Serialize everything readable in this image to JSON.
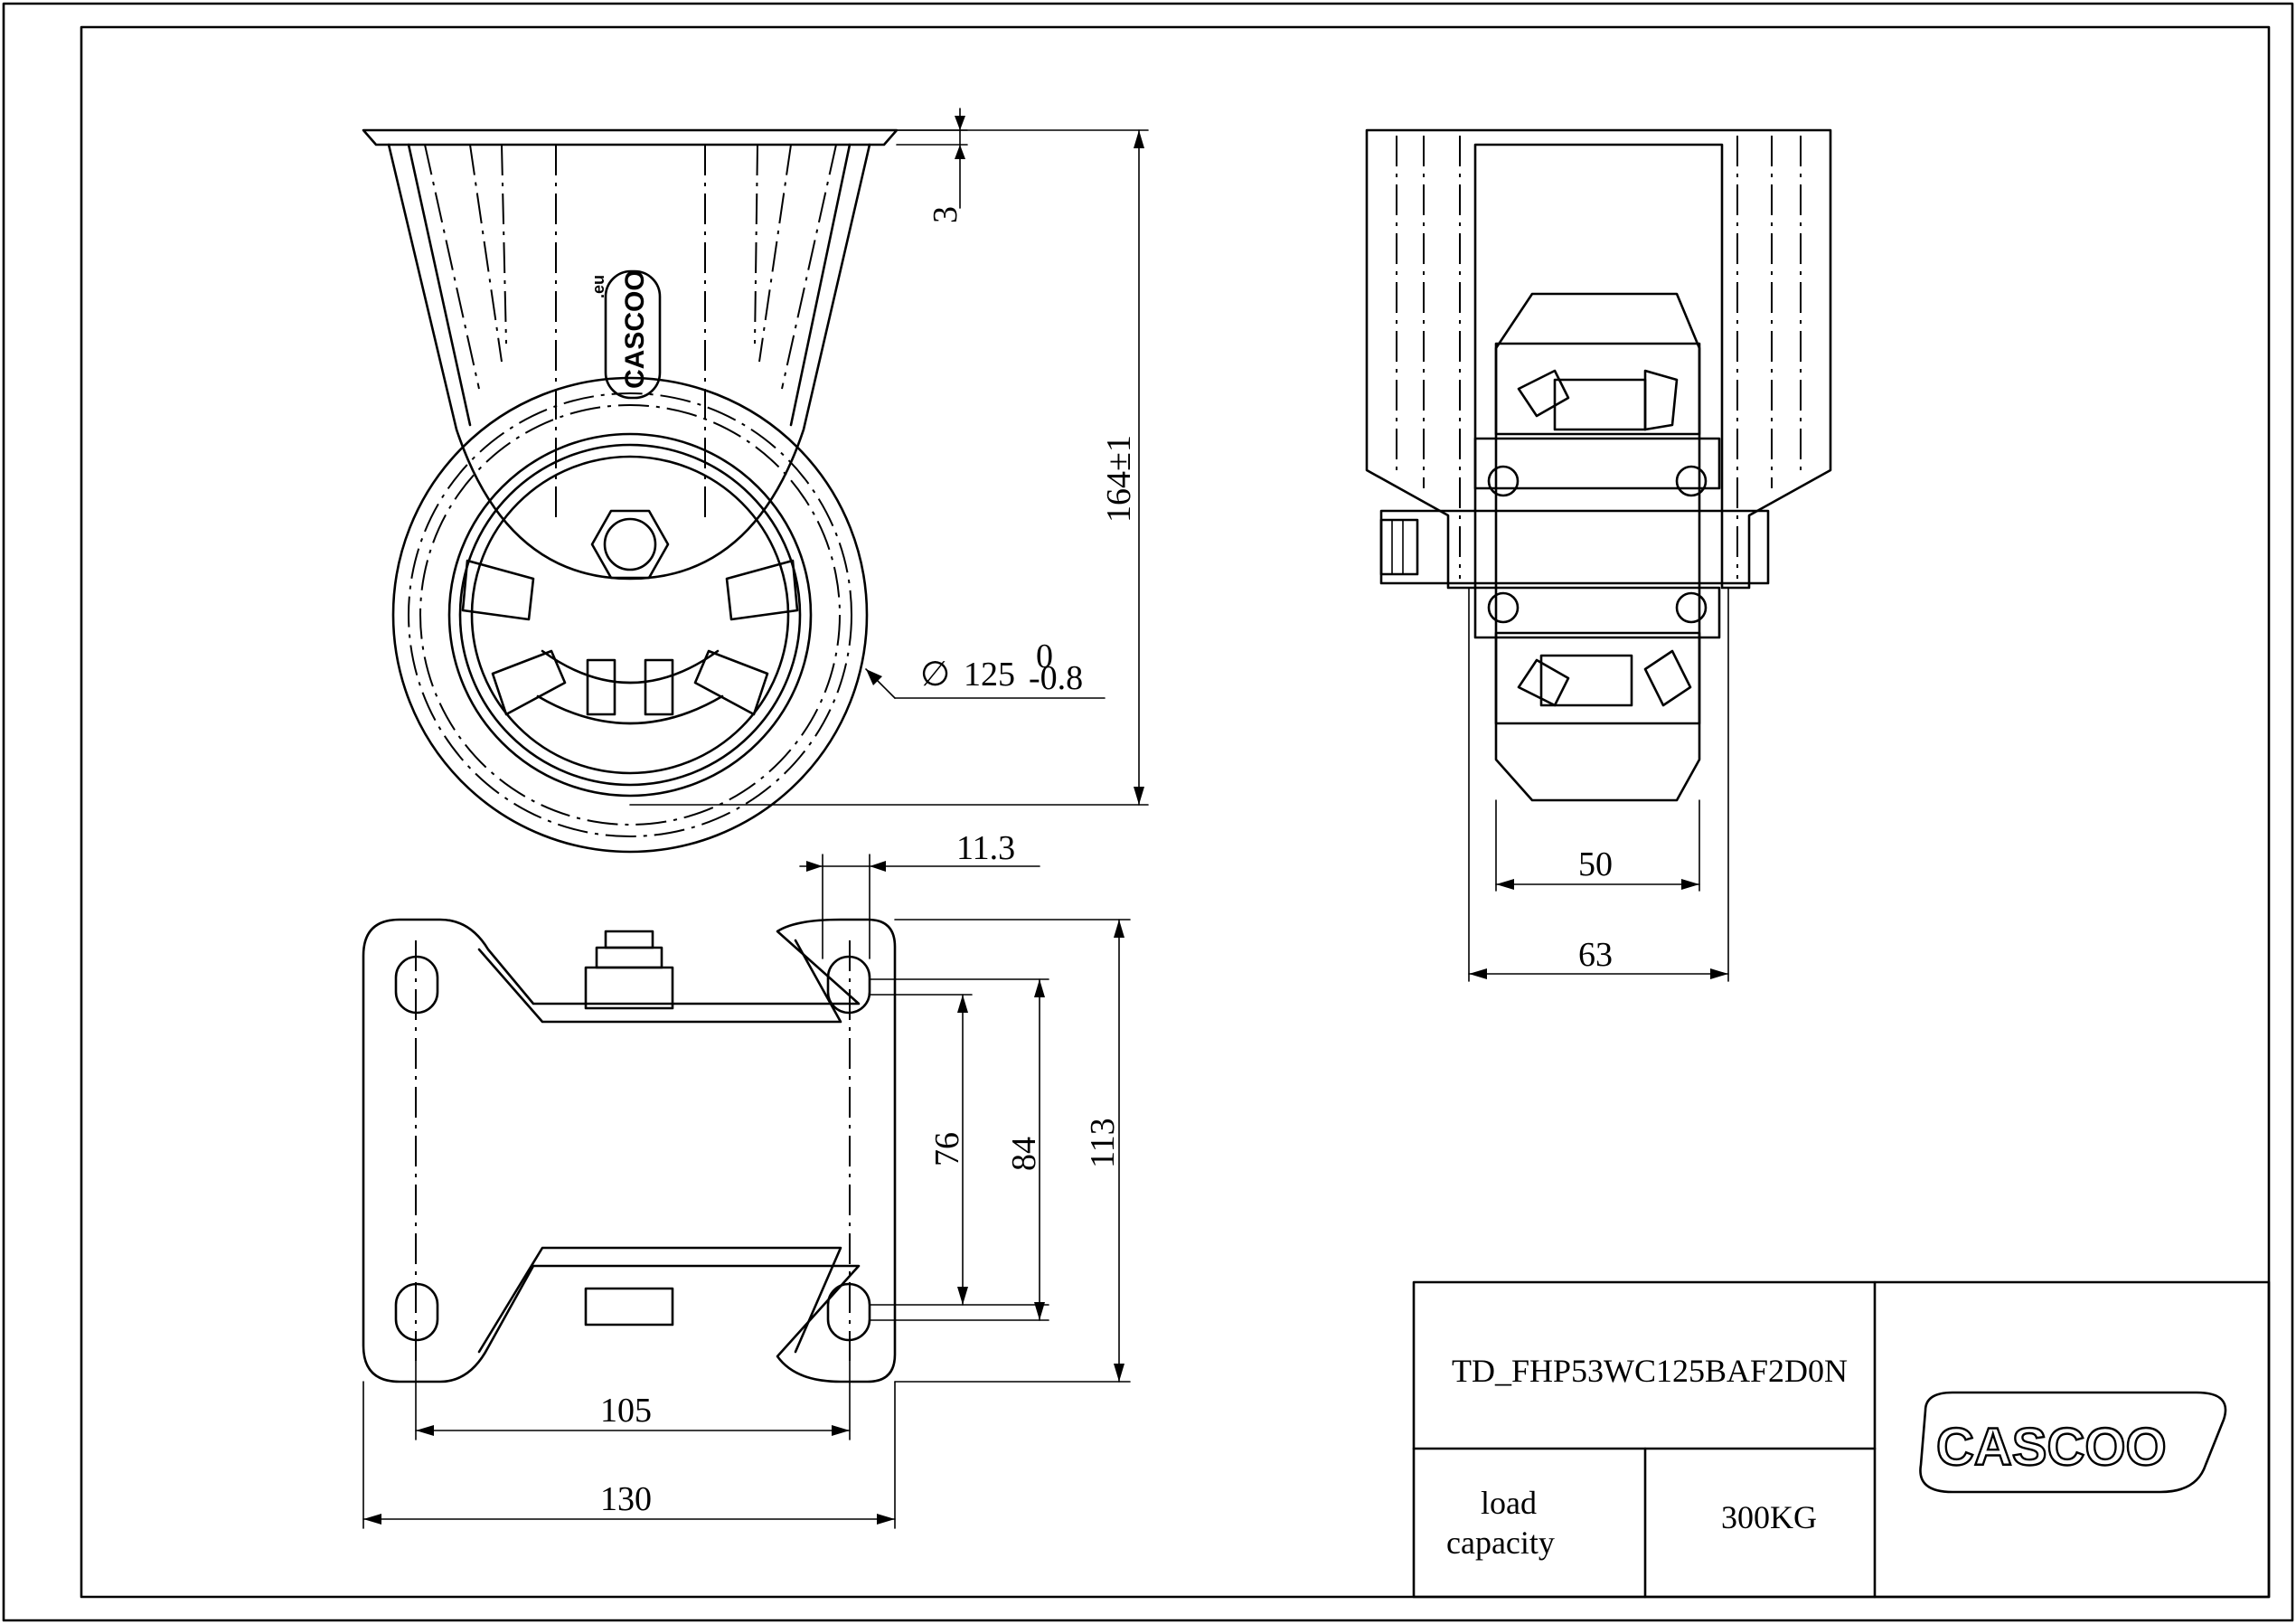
{
  "title_block": {
    "part_number": "TD_FHP53WC125BAF2D0N",
    "load_label_line1": "load",
    "load_label_line2": "capacity",
    "load_value": "300KG",
    "logo_text": "CASCOO"
  },
  "hub_logo": {
    "text": "CASCOO",
    "suffix": ".eu"
  },
  "dimensions": {
    "plate_thickness": "3",
    "overall_height": "164±1",
    "wheel_diameter_symbol": "∅",
    "wheel_diameter": "125",
    "wheel_tol_upper": "0",
    "wheel_tol_lower": "-0.8",
    "tread_width": "50",
    "bracket_width": "63",
    "hole_slot": "11.3",
    "hole_spacing_inner": "76",
    "hole_spacing_outer": "84",
    "plate_length": "113",
    "hole_spacing_width": "105",
    "plate_width": "130"
  }
}
